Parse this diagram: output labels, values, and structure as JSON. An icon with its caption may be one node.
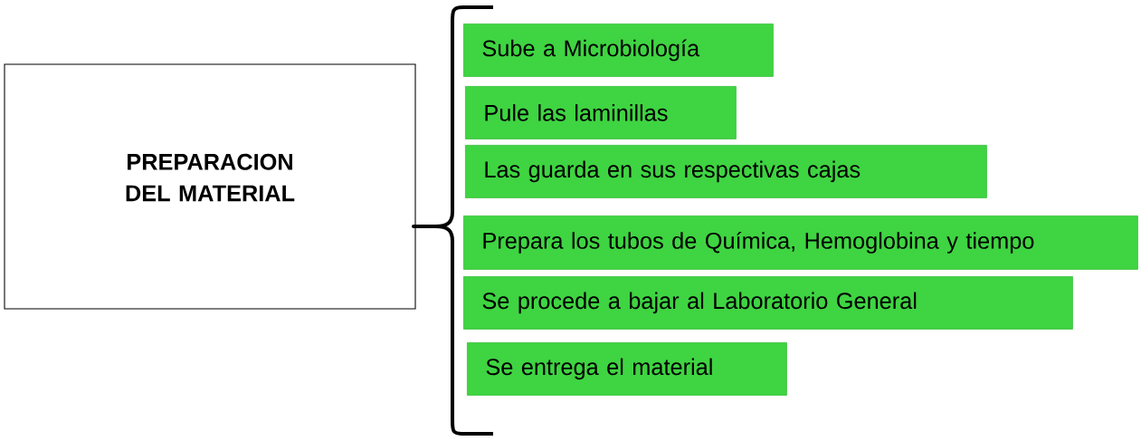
{
  "diagram": {
    "nodes": [
      {
        "text": [
          "PREPARACION DEL MATERIAL"
        ]
      },
      {
        "text": [
          "Sube a Microbiología"
        ]
      },
      {
        "text": [
          "Pule las laminillas"
        ]
      },
      {
        "text": [
          "Las guarda en sus respectivas cajas"
        ]
      },
      {
        "text": [
          "Prepara los tubos de Química, Hemoglobina y tiempo"
        ]
      },
      {
        "text": [
          "Se procede a bajar al Laboratorio General"
        ]
      },
      {
        "text": [
          "Se entrega el material"
        ]
      }
    ]
  }
}
